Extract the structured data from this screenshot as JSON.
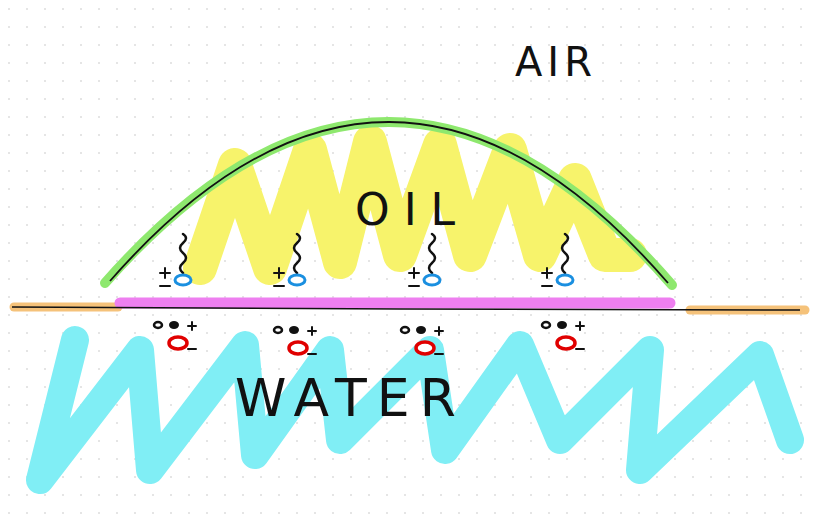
{
  "diagram": {
    "labels": [
      "AIR",
      "OIL",
      "WATER"
    ]
  }
}
